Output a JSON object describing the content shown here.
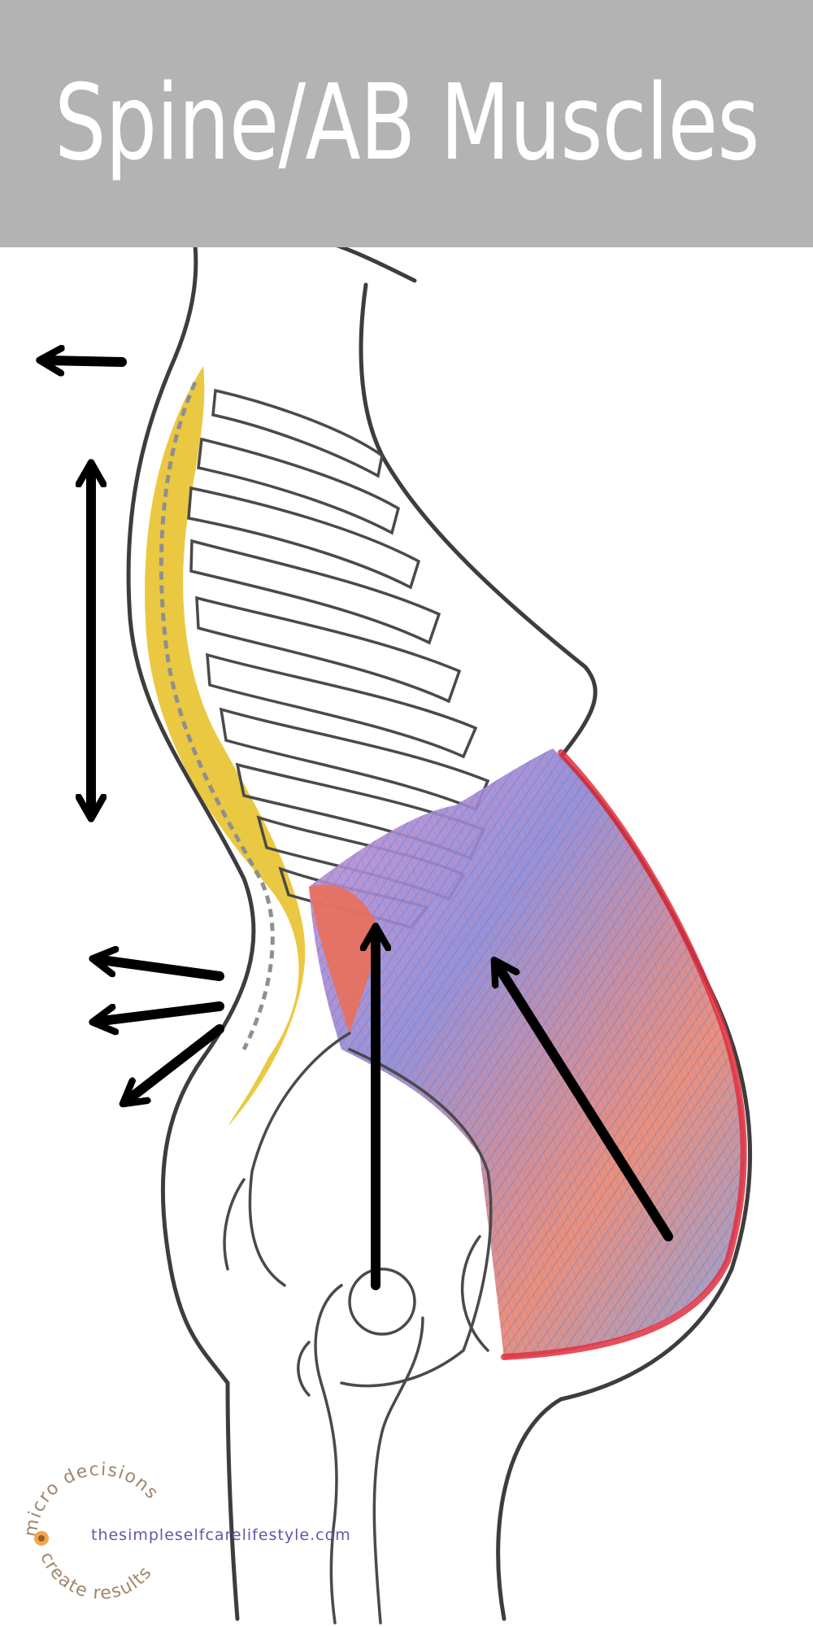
{
  "header": {
    "title": "Spine/AB Muscles"
  },
  "logo": {
    "top_text": "micro decisions",
    "bottom_text": "create results"
  },
  "footer": {
    "website": "thesimpleselfcarelifestyle.com"
  },
  "colors": {
    "banner": "#b3b3b3",
    "spine_muscle": "#e8c22e",
    "ab_muscle_blue": "#6e7fd6",
    "ab_muscle_red": "#f0624a",
    "arrow": "#000000",
    "outline": "#3d3d3d"
  }
}
